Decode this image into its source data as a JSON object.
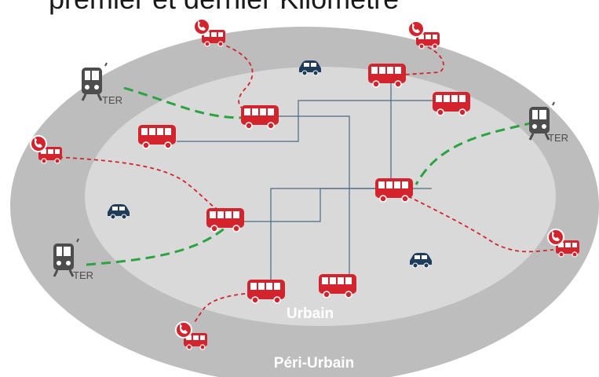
{
  "title": "premier et dernier Kilomètre",
  "zones": {
    "urban_label": "Urbain",
    "periurban_label": "Péri-Urbain"
  },
  "ter_label": "TER",
  "colors": {
    "outer_zone": "#bdbdbd",
    "inner_zone": "#d9d9d9",
    "bus": "#d3242d",
    "car": "#1f3c5a",
    "green_route": "#2ca341",
    "red_route": "#d3242d",
    "line": "#4a6a82",
    "train": "#4d4d4d"
  },
  "icons": {
    "bus": "bus-icon",
    "on_demand_bus": "phone-bus-icon",
    "car": "car-icon",
    "train_station": "train-icon"
  }
}
